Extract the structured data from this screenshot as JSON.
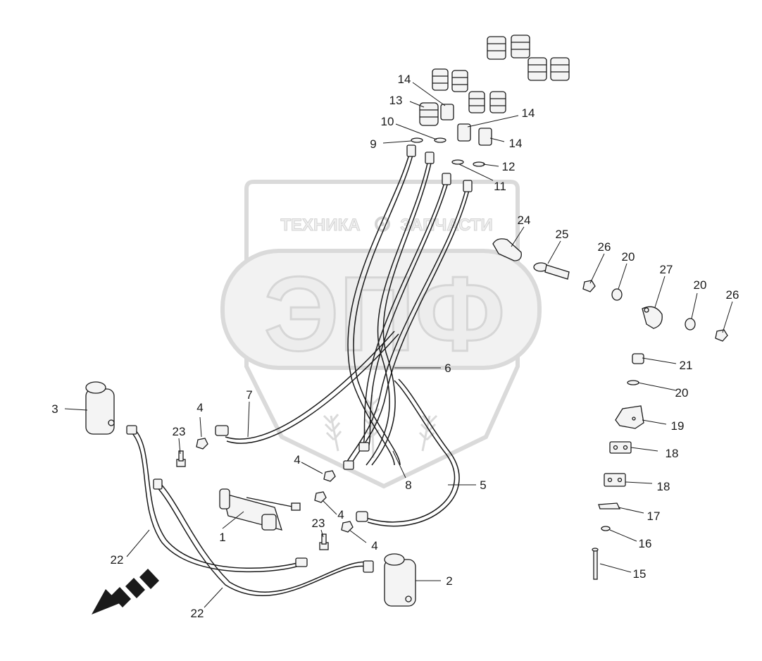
{
  "watermark": {
    "brand_left": "ТЕХНИКА",
    "brand_right": "ЗАПЧАСТИ",
    "logo": "ЭПФ"
  },
  "callouts": [
    {
      "id": "c1",
      "text": "1"
    },
    {
      "id": "c2",
      "text": "2"
    },
    {
      "id": "c3",
      "text": "3"
    },
    {
      "id": "c4a",
      "text": "4"
    },
    {
      "id": "c4b",
      "text": "4"
    },
    {
      "id": "c4c",
      "text": "4"
    },
    {
      "id": "c4d",
      "text": "4"
    },
    {
      "id": "c5",
      "text": "5"
    },
    {
      "id": "c6",
      "text": "6"
    },
    {
      "id": "c7",
      "text": "7"
    },
    {
      "id": "c8",
      "text": "8"
    },
    {
      "id": "c9",
      "text": "9"
    },
    {
      "id": "c10",
      "text": "10"
    },
    {
      "id": "c11",
      "text": "11"
    },
    {
      "id": "c12",
      "text": "12"
    },
    {
      "id": "c13",
      "text": "13"
    },
    {
      "id": "c14a",
      "text": "14"
    },
    {
      "id": "c14b",
      "text": "14"
    },
    {
      "id": "c14c",
      "text": "14"
    },
    {
      "id": "c15",
      "text": "15"
    },
    {
      "id": "c16",
      "text": "16"
    },
    {
      "id": "c17",
      "text": "17"
    },
    {
      "id": "c18a",
      "text": "18"
    },
    {
      "id": "c18b",
      "text": "18"
    },
    {
      "id": "c19",
      "text": "19"
    },
    {
      "id": "c20a",
      "text": "20"
    },
    {
      "id": "c20b",
      "text": "20"
    },
    {
      "id": "c20c",
      "text": "20"
    },
    {
      "id": "c21",
      "text": "21"
    },
    {
      "id": "c22a",
      "text": "22"
    },
    {
      "id": "c22b",
      "text": "22"
    },
    {
      "id": "c23a",
      "text": "23"
    },
    {
      "id": "c23b",
      "text": "23"
    },
    {
      "id": "c24",
      "text": "24"
    },
    {
      "id": "c25",
      "text": "25"
    },
    {
      "id": "c26a",
      "text": "26"
    },
    {
      "id": "c26b",
      "text": "26"
    },
    {
      "id": "c27",
      "text": "27"
    }
  ],
  "colors": {
    "line": "#1a1a1a",
    "watermark": "#d8d8d8",
    "watermark_fill": "#eeeeee",
    "part_fill": "#f4f4f4"
  }
}
